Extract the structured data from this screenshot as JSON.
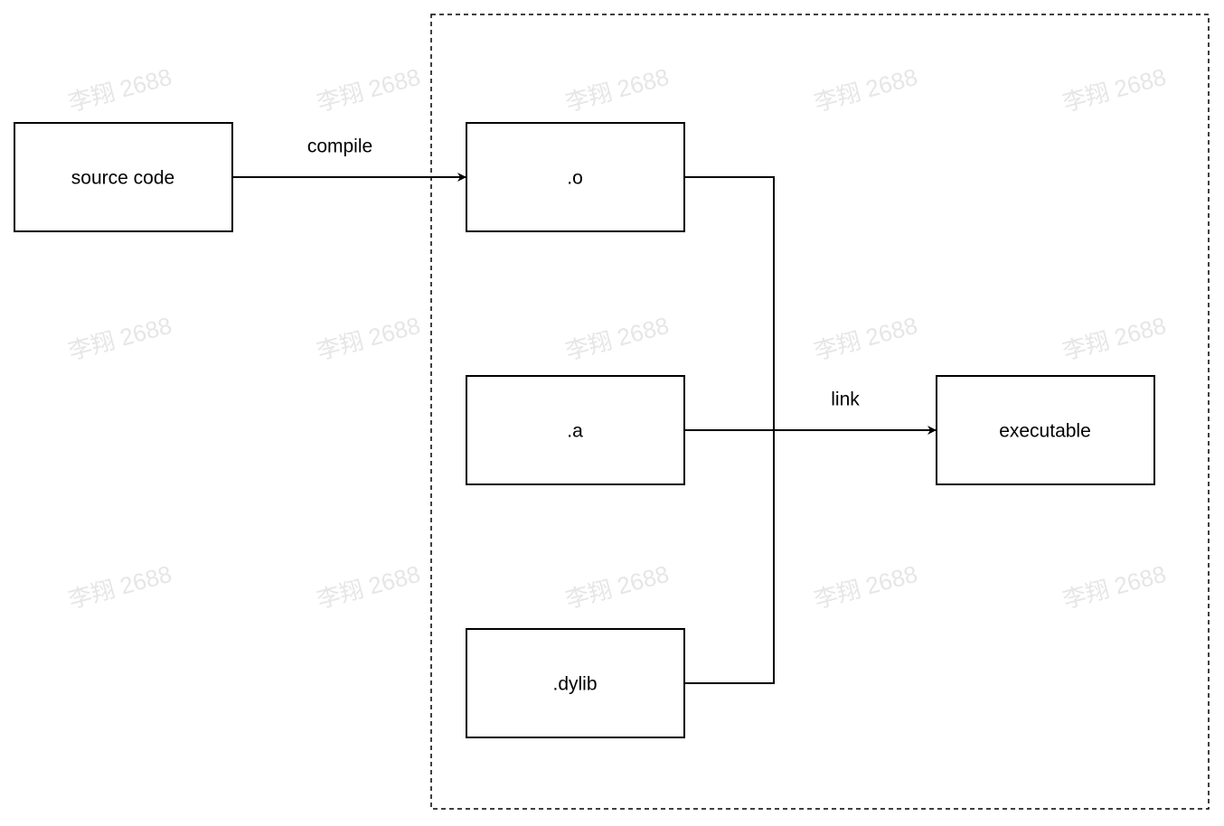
{
  "nodes": {
    "source": "source code",
    "o": ".o",
    "a": ".a",
    "dylib": ".dylib",
    "executable": "executable"
  },
  "edges": {
    "compile": "compile",
    "link": "link"
  },
  "watermark": "李翔 2688"
}
